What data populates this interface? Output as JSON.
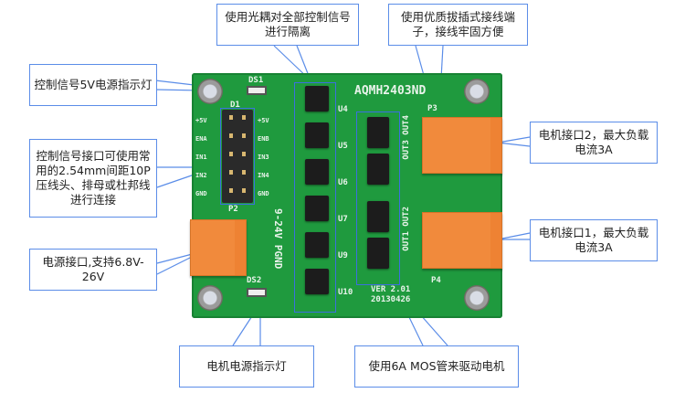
{
  "annotations": {
    "optocoupler": "使用光耦对全部控制信号进行隔离",
    "terminal": "使用优质拔插式接线端子，接线牢固方便",
    "signal_led": "控制信号5V电源指示灯",
    "signal_header": "控制信号接口可使用常用的2.54mm间距10P压线头、排母或杜邦线进行连接",
    "motor2": "电机接口2，最大负载电流3A",
    "motor1": "电机接口1，最大负载电流3A",
    "power_input": "电源接口,支持6.8V-26V",
    "motor_power_led": "电机电源指示灯",
    "mosfet": "使用6A MOS管来驱动电机"
  },
  "board": {
    "model": "AQMH2403ND",
    "version": "VER 2.01",
    "date": "20130426",
    "power_label": "9-24V PGND",
    "led1": "DS1",
    "led2": "DS2",
    "header": "D1",
    "header2": "P2",
    "port3": "P3",
    "port4": "P4",
    "out34": "OUT3 OUT4",
    "out12": "OUT1 OUT2",
    "pins_left": [
      "+5V",
      "ENA",
      "IN1",
      "IN2",
      "GND"
    ],
    "pins_right": [
      "+5V",
      "ENB",
      "IN3",
      "IN4",
      "GND"
    ],
    "optos": [
      "U4",
      "U5",
      "U6",
      "U7",
      "U9",
      "U10"
    ]
  },
  "colors": {
    "pcb": "#1f9a3e",
    "callout_border": "#5b8de8",
    "terminal": "#f18a3c"
  }
}
